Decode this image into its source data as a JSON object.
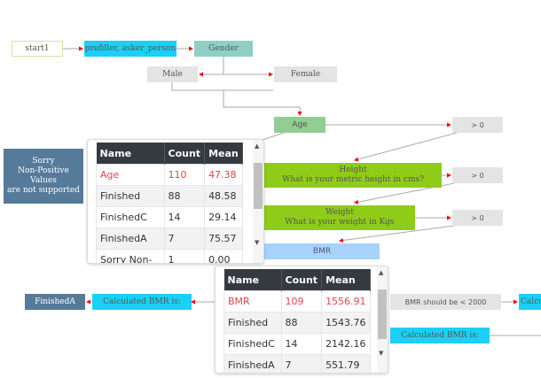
{
  "nodes": {
    "start": "start1",
    "prefiller": "prefiller, asker_person",
    "gender": "Gender",
    "male": "Male",
    "female": "Female",
    "age": "Age",
    "gt0_1": "> 0",
    "sorry_l1": "Sorry",
    "sorry_l2": "Non-Positive Values",
    "sorry_l3": "are not supported",
    "height_l1": "Height",
    "height_l2": "What is your metric height in cms?",
    "gt0_2": "> 0",
    "weight_l1": "Weight",
    "weight_l2": "What is your weight in Kgs",
    "gt0_3": "> 0",
    "bmr": "BMR",
    "finishedA": "FinishedA",
    "calc1": "Calculated BMR is:",
    "cond": "BMR should be < 2000",
    "calc_right": "Calculated",
    "calc2": "Calculated BMR is:"
  },
  "popup1": {
    "headers": [
      "Name",
      "Count",
      "Mean"
    ],
    "rows": [
      [
        "Age",
        "110",
        "47.38"
      ],
      [
        "Finished",
        "88",
        "48.58"
      ],
      [
        "FinishedC",
        "14",
        "29.14"
      ],
      [
        "FinishedA",
        "7",
        "75.57"
      ],
      [
        "Sorry Non-",
        "1",
        "0.00"
      ]
    ]
  },
  "popup2": {
    "headers": [
      "Name",
      "Count",
      "Mean"
    ],
    "rows": [
      [
        "BMR",
        "109",
        "1556.91"
      ],
      [
        "Finished",
        "88",
        "1543.76"
      ],
      [
        "FinishedC",
        "14",
        "2142.16"
      ],
      [
        "FinishedA",
        "7",
        "551.79"
      ]
    ]
  },
  "colors": {
    "cyan": "#1bd0f7",
    "green": "#8fcc1a",
    "teal": "#8ecfc6",
    "age": "#92cd92",
    "bmr": "#a6d2fb",
    "dark": "#567a9a",
    "highlight": "#e8424a"
  }
}
